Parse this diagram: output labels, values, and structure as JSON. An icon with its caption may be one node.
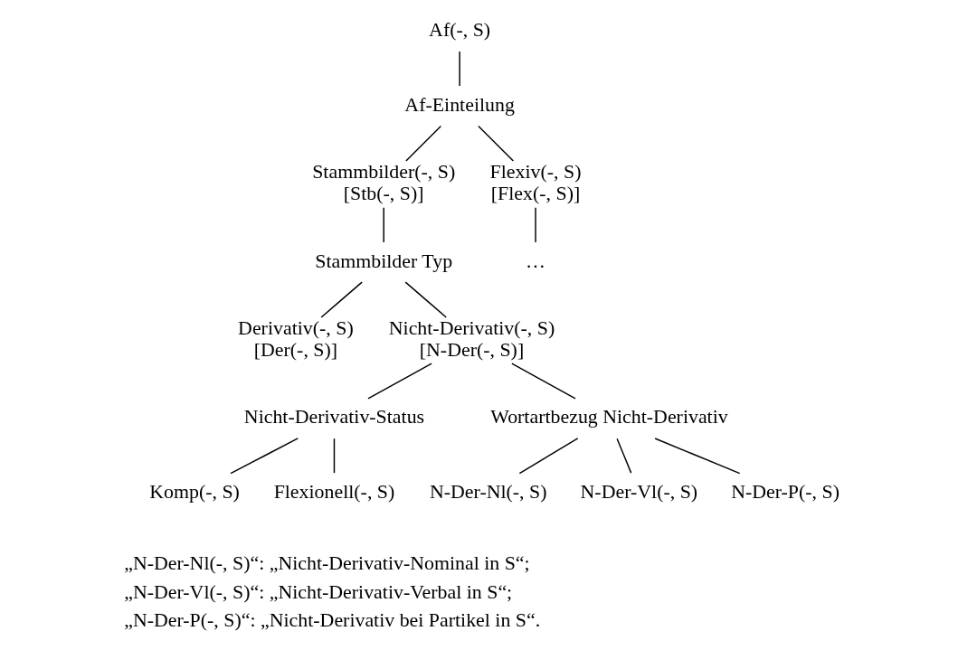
{
  "diagram": {
    "nodes": [
      {
        "text": [
          "Af(-, S)"
        ]
      },
      {
        "text": [
          "Af-Einteilung"
        ]
      },
      {
        "text": [
          "Stammbilder(-, S)",
          "[Stb(-, S)]"
        ]
      },
      {
        "text": [
          "Flexiv(-, S)",
          "[Flex(-, S)]"
        ]
      },
      {
        "text": [
          "Stammbilder Typ"
        ]
      },
      {
        "text": [
          "…"
        ]
      },
      {
        "text": [
          "Derivativ(-, S)",
          "[Der(-, S)]"
        ]
      },
      {
        "text": [
          "Nicht-Derivativ(-, S)",
          "[N-Der(-, S)]"
        ]
      },
      {
        "text": [
          "Nicht-Derivativ-Status"
        ]
      },
      {
        "text": [
          "Wortartbezug Nicht-Derivativ"
        ]
      },
      {
        "text": [
          "Komp(-, S)"
        ]
      },
      {
        "text": [
          "Flexionell(-, S)"
        ]
      },
      {
        "text": [
          "N-Der-Nl(-, S)"
        ]
      },
      {
        "text": [
          "N-Der-Vl(-, S)"
        ]
      },
      {
        "text": [
          "N-Der-P(-, S)"
        ]
      }
    ],
    "edges": [
      {
        "from": 0,
        "to": 1,
        "arrow": "none"
      },
      {
        "from": 1,
        "to": 2,
        "arrow": "none"
      },
      {
        "from": 1,
        "to": 3,
        "arrow": "none"
      },
      {
        "from": 2,
        "to": 4,
        "arrow": "none"
      },
      {
        "from": 3,
        "to": 5,
        "arrow": "none"
      },
      {
        "from": 4,
        "to": 6,
        "arrow": "none"
      },
      {
        "from": 4,
        "to": 7,
        "arrow": "none"
      },
      {
        "from": 7,
        "to": 8,
        "arrow": "none"
      },
      {
        "from": 7,
        "to": 9,
        "arrow": "none"
      },
      {
        "from": 8,
        "to": 10,
        "arrow": "none"
      },
      {
        "from": 8,
        "to": 11,
        "arrow": "none"
      },
      {
        "from": 9,
        "to": 12,
        "arrow": "none"
      },
      {
        "from": 9,
        "to": 13,
        "arrow": "none"
      },
      {
        "from": 9,
        "to": 14,
        "arrow": "none"
      }
    ],
    "labels": [
      "„N-Der-Nl(-, S)“: „Nicht-Derivativ-Nominal in S“;",
      "„N-Der-Vl(-, S)“: „Nicht-Derivativ-Verbal in S“;",
      "„N-Der-P(-, S)“: „Nicht-Derivativ bei Partikel in S“."
    ]
  }
}
